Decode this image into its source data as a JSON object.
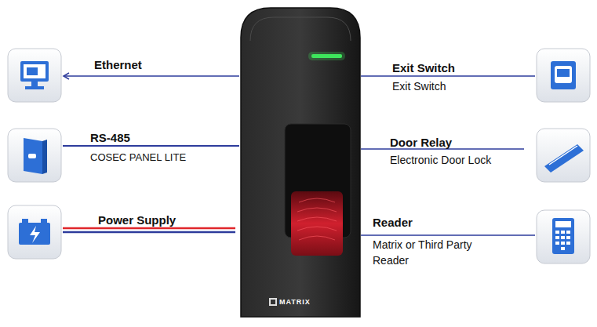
{
  "diagram": {
    "nodes": [
      {
        "text": [
          "MATRIX"
        ]
      }
    ],
    "labels": [
      "Ethernet",
      "RS-485",
      "COSEC PANEL LITE",
      "Power Supply",
      "Exit Switch",
      "Exit Switch",
      "Door Relay",
      "Electronic Door Lock",
      "Reader",
      "Matrix or Third Party Reader"
    ]
  }
}
